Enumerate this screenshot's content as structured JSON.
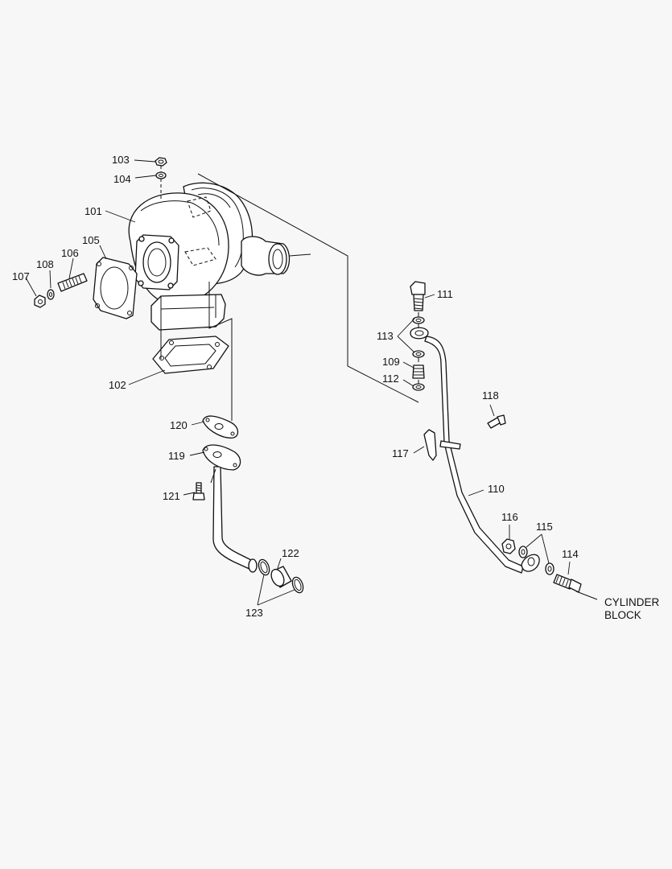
{
  "labels": {
    "p101": "101",
    "p102": "102",
    "p103": "103",
    "p104": "104",
    "p105": "105",
    "p106": "106",
    "p107": "107",
    "p108": "108",
    "p109": "109",
    "p110": "110",
    "p111": "111",
    "p112": "112",
    "p113": "113",
    "p114": "114",
    "p115": "115",
    "p116": "116",
    "p117": "117",
    "p118": "118",
    "p119": "119",
    "p120": "120",
    "p121": "121",
    "p122": "122",
    "p123": "123"
  },
  "note": {
    "line1": "CYLINDER",
    "line2": "BLOCK"
  }
}
